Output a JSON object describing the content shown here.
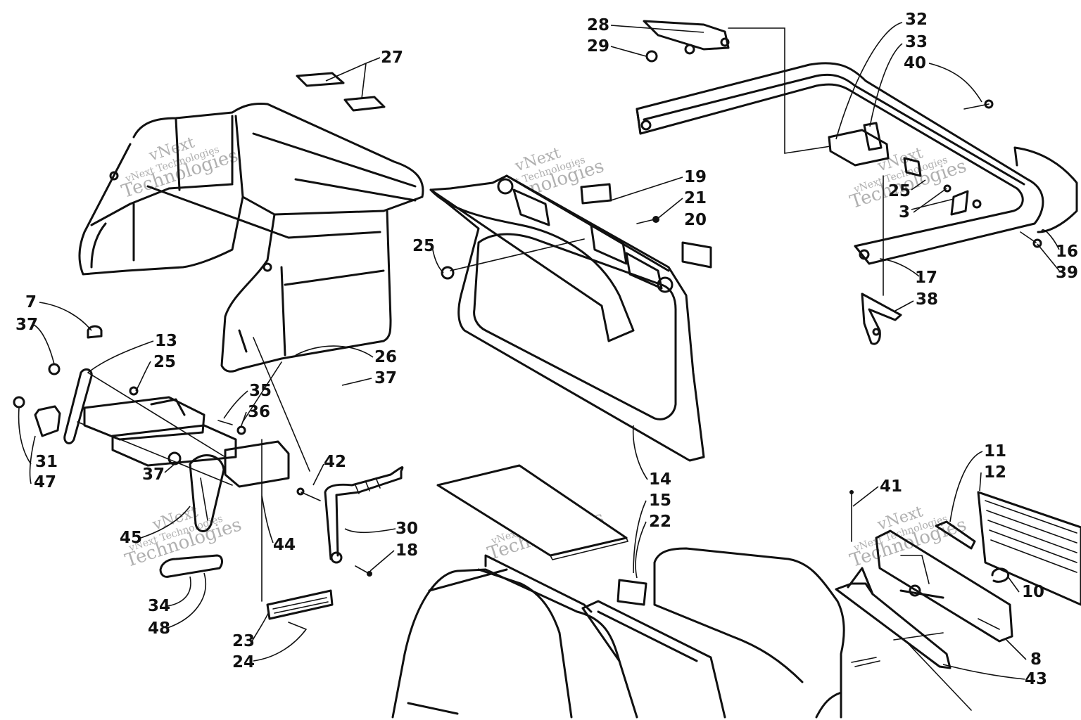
{
  "watermark": {
    "line1": "vNext",
    "line2": "Technologies",
    "line3": "vNext Technologies"
  },
  "callouts": [
    {
      "id": "c27",
      "text": "27"
    },
    {
      "id": "c28",
      "text": "28"
    },
    {
      "id": "c29",
      "text": "29"
    },
    {
      "id": "c32",
      "text": "32"
    },
    {
      "id": "c33",
      "text": "33"
    },
    {
      "id": "c40",
      "text": "40"
    },
    {
      "id": "c19",
      "text": "19"
    },
    {
      "id": "c21",
      "text": "21"
    },
    {
      "id": "c20",
      "text": "20"
    },
    {
      "id": "c25a",
      "text": "25"
    },
    {
      "id": "c25b",
      "text": "25"
    },
    {
      "id": "c3",
      "text": "3"
    },
    {
      "id": "c16",
      "text": "16"
    },
    {
      "id": "c39",
      "text": "39"
    },
    {
      "id": "c17",
      "text": "17"
    },
    {
      "id": "c38",
      "text": "38"
    },
    {
      "id": "c7",
      "text": "7"
    },
    {
      "id": "c37a",
      "text": "37"
    },
    {
      "id": "c13",
      "text": "13"
    },
    {
      "id": "c25c",
      "text": "25"
    },
    {
      "id": "c26",
      "text": "26"
    },
    {
      "id": "c37b",
      "text": "37"
    },
    {
      "id": "c35",
      "text": "35"
    },
    {
      "id": "c36",
      "text": "36"
    },
    {
      "id": "c31",
      "text": "31"
    },
    {
      "id": "c47",
      "text": "47"
    },
    {
      "id": "c37c",
      "text": "37"
    },
    {
      "id": "c42",
      "text": "42"
    },
    {
      "id": "c14",
      "text": "14"
    },
    {
      "id": "c30",
      "text": "30"
    },
    {
      "id": "c18",
      "text": "18"
    },
    {
      "id": "c44",
      "text": "44"
    },
    {
      "id": "c45",
      "text": "45"
    },
    {
      "id": "c34",
      "text": "34"
    },
    {
      "id": "c48",
      "text": "48"
    },
    {
      "id": "c23",
      "text": "23"
    },
    {
      "id": "c24",
      "text": "24"
    },
    {
      "id": "c15",
      "text": "15"
    },
    {
      "id": "c22",
      "text": "22"
    },
    {
      "id": "c11",
      "text": "11"
    },
    {
      "id": "c12",
      "text": "12"
    },
    {
      "id": "c41",
      "text": "41"
    },
    {
      "id": "c10",
      "text": "10"
    },
    {
      "id": "c8",
      "text": "8"
    },
    {
      "id": "c43",
      "text": "43"
    }
  ]
}
